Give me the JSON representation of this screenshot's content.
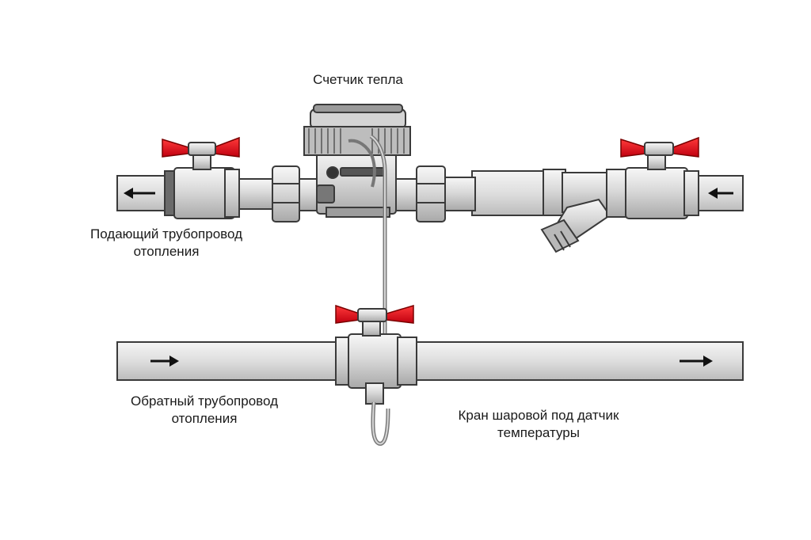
{
  "labels": {
    "heat_meter": "Счетчик тепла",
    "supply_line_1": "Подающий трубопровод",
    "supply_line_2": "отопления",
    "return_line_1": "Обратный трубопровод",
    "return_line_2": "отопления",
    "valve_1": "Кран шаровой под датчик",
    "valve_2": "температуры"
  },
  "colors": {
    "pipe_fill": "#e2e2e2",
    "pipe_stroke": "#3a3a3a",
    "handle": "#e0141e",
    "background": "#ffffff"
  },
  "flow": {
    "supply": "right-to-left",
    "return": "left-to-right"
  }
}
